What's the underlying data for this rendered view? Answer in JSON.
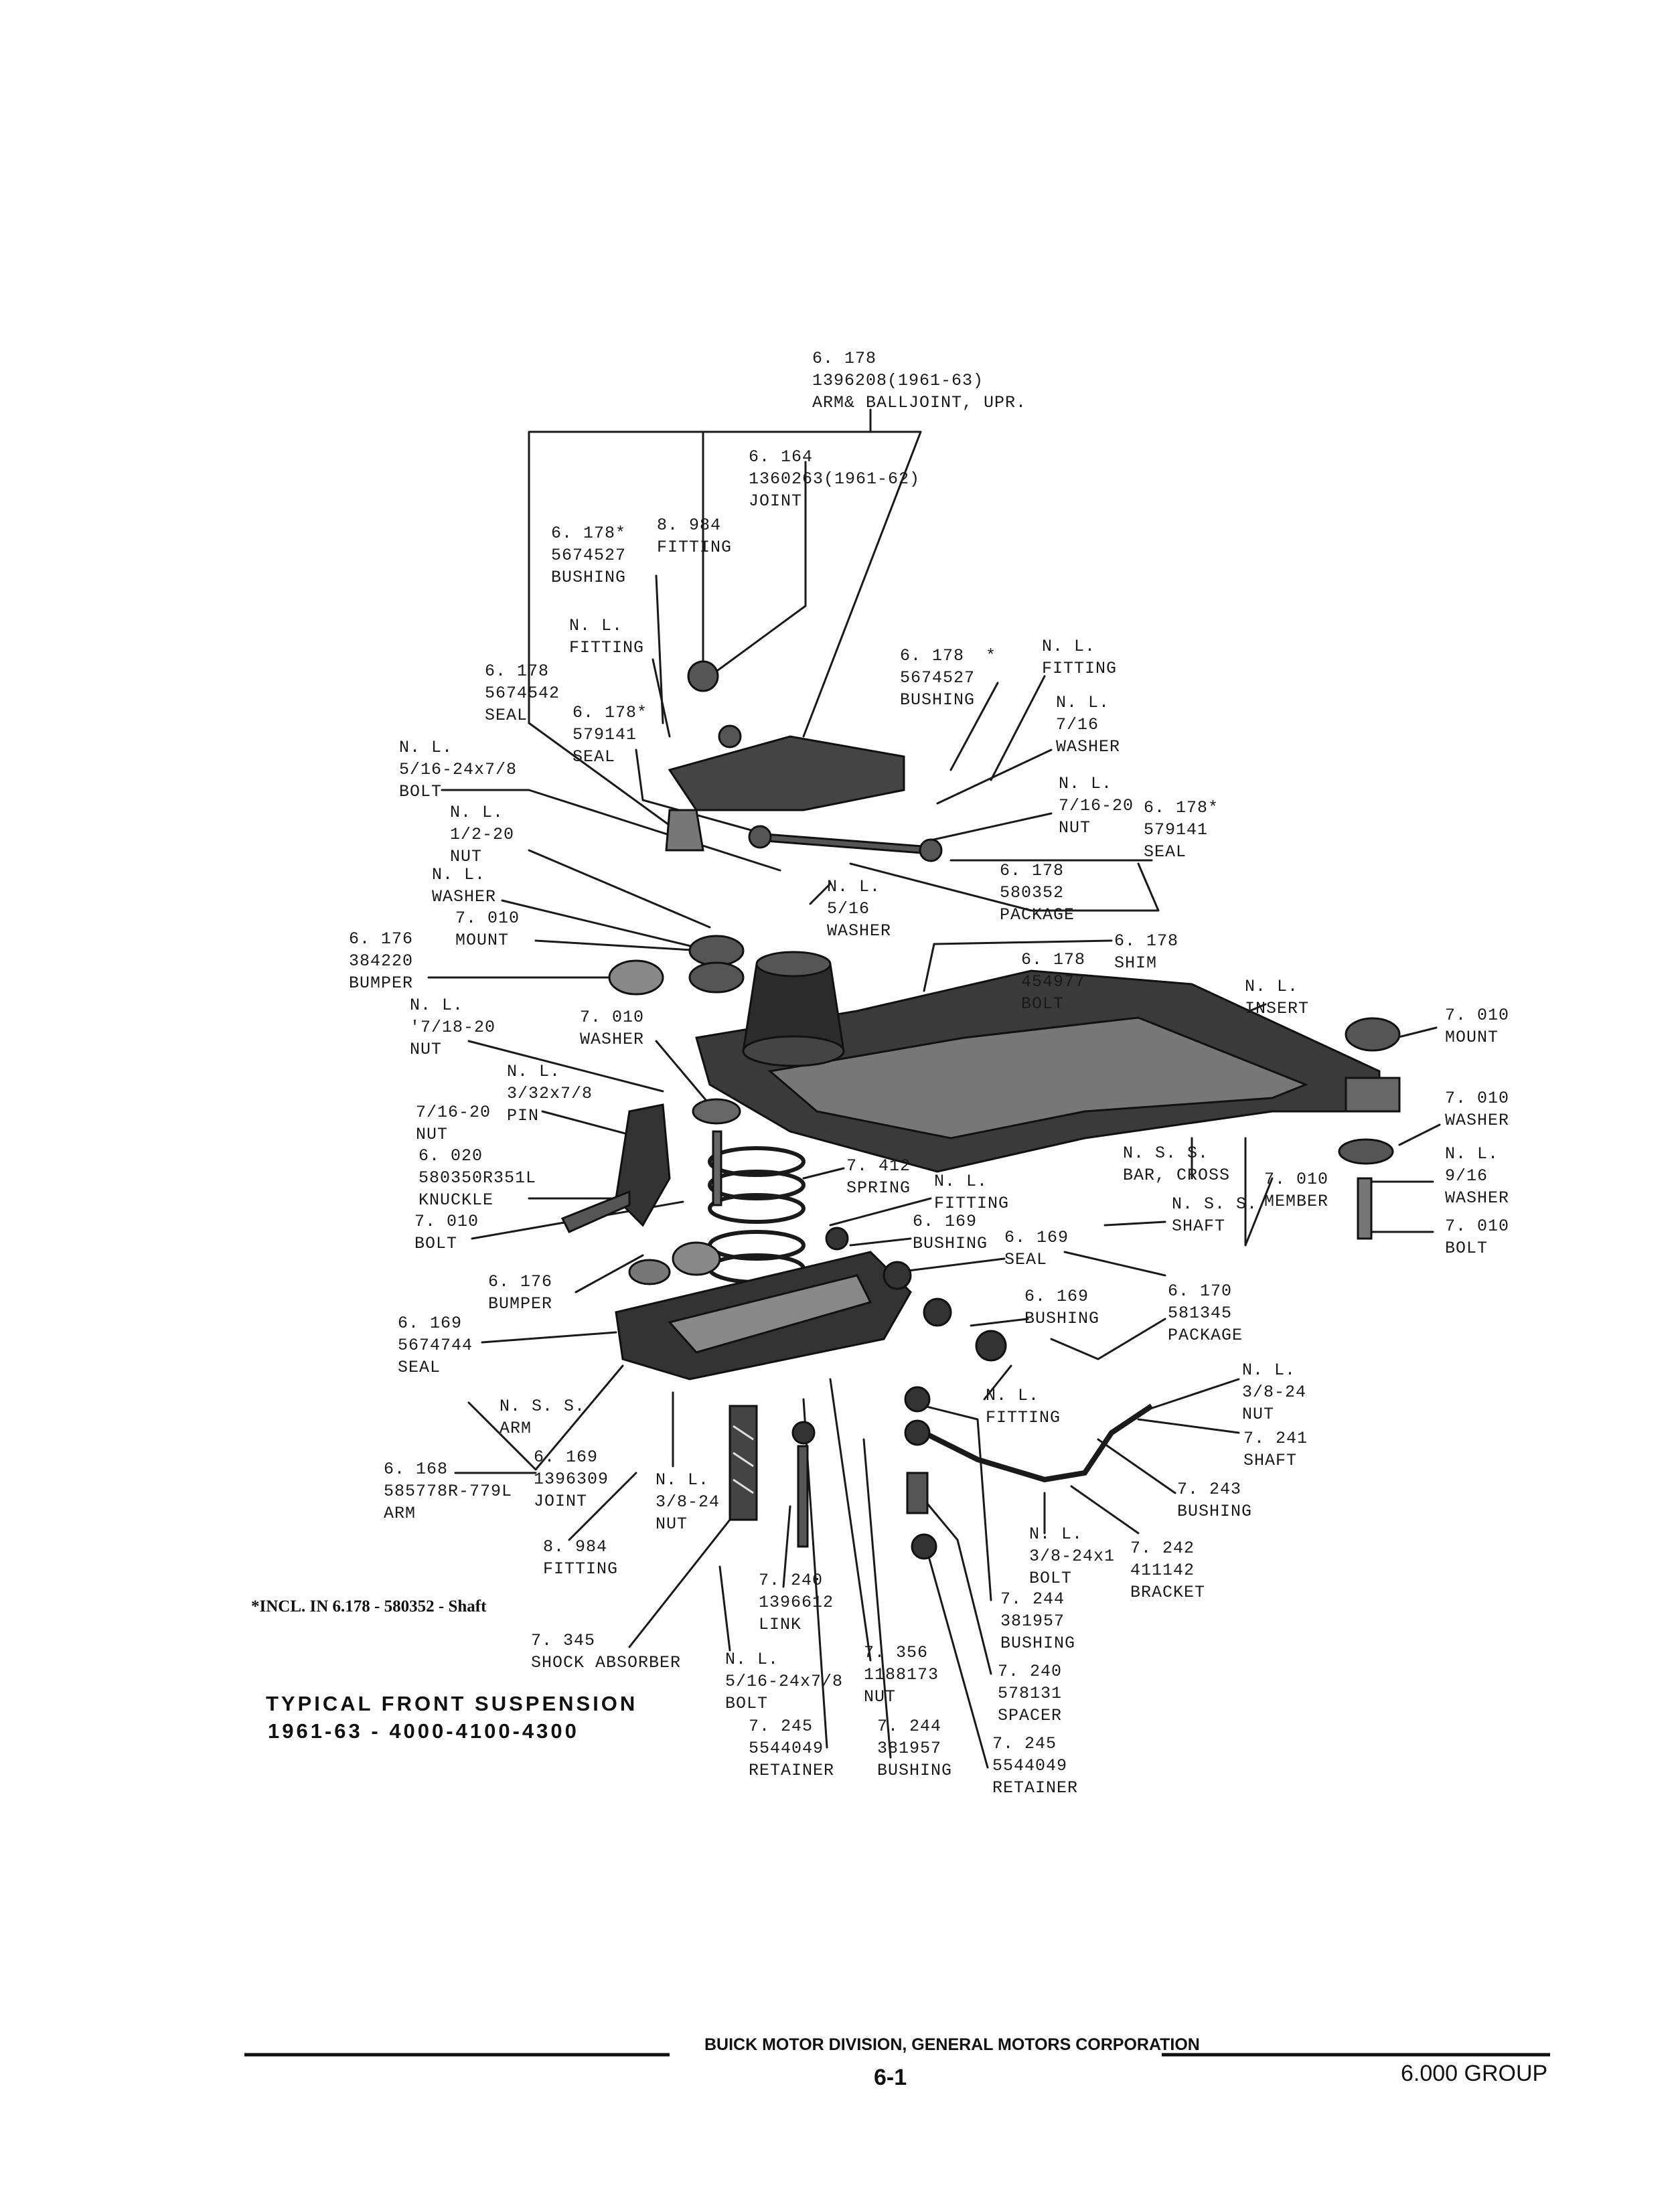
{
  "diagram": {
    "title_line1": "TYPICAL FRONT SUSPENSION",
    "title_line2": "1961-63 - 4000-4100-4300",
    "footnote": "*INCL. IN 6.178 - 580352 - Shaft",
    "callouts": [
      {
        "id": "upr_arm",
        "text": "6. 178\n1396208(1961-63)\nARM& BALLJOINT, UPR."
      },
      {
        "id": "upr_joint",
        "text": "6. 164\n1360263(1961-62)\nJOINT"
      },
      {
        "id": "upr_fitting",
        "text": "8. 984\nFITTING"
      },
      {
        "id": "upr_bushing_l",
        "text": "6. 178*\n5674527\nBUSHING"
      },
      {
        "id": "nl_fitting_upr",
        "text": "N. L.\nFITTING"
      },
      {
        "id": "upr_seal_5674542",
        "text": "6. 178\n5674542\nSEAL"
      },
      {
        "id": "upr_seal_579141_l",
        "text": "6. 178*\n579141\nSEAL"
      },
      {
        "id": "nl_bolt_516",
        "text": "N. L.\n5/16-24x7/8\nBOLT"
      },
      {
        "id": "nl_nut_12",
        "text": "N. L.\n1/2-20\nNUT"
      },
      {
        "id": "nl_washer_l",
        "text": "N. L.\nWASHER"
      },
      {
        "id": "mount_l",
        "text": "7. 010\nMOUNT"
      },
      {
        "id": "bumper_384220",
        "text": "6. 176\n384220\nBUMPER"
      },
      {
        "id": "nl_nut_716_l",
        "text": "N. L.\n'7/18-20\nNUT"
      },
      {
        "id": "washer_7010_l",
        "text": "7. 010\nWASHER"
      },
      {
        "id": "nl_pin",
        "text": "N. L.\n3/32x7/8\nPIN"
      },
      {
        "id": "nut_716_knuckle",
        "text": "7/16-20\nNUT"
      },
      {
        "id": "knuckle",
        "text": "6. 020\n580350R351L\nKNUCKLE"
      },
      {
        "id": "bolt_7010_l",
        "text": "7. 010\nBOLT"
      },
      {
        "id": "bushing_r_top",
        "text": "6. 178  *\n5674527\nBUSHING"
      },
      {
        "id": "nl_fitting_r",
        "text": "N. L.\nFITTING"
      },
      {
        "id": "nl_washer_716",
        "text": "N. L.\n7/16\nWASHER"
      },
      {
        "id": "nl_nut_716_r",
        "text": "N. L.\n7/16-20\nNUT"
      },
      {
        "id": "seal_579141_r",
        "text": "6. 178*\n579141\nSEAL"
      },
      {
        "id": "package_580352",
        "text": "6. 178\n580352\nPACKAGE"
      },
      {
        "id": "nl_washer_516",
        "text": "N. L.\n5/16\nWASHER"
      },
      {
        "id": "shim",
        "text": "6. 178\nSHIM"
      },
      {
        "id": "bolt_454977",
        "text": "6. 178\n454977\nBOLT"
      },
      {
        "id": "nl_insert",
        "text": "N. L.\nINSERT"
      },
      {
        "id": "mount_r",
        "text": "7. 010\nMOUNT"
      },
      {
        "id": "washer_7010_r",
        "text": "7. 010\nWASHER"
      },
      {
        "id": "nl_washer_916",
        "text": "N. L.\n9/16\nWASHER"
      },
      {
        "id": "bolt_7010_r",
        "text": "7. 010\nBOLT"
      },
      {
        "id": "bar_cross",
        "text": "N. S. S.\nBAR, CROSS"
      },
      {
        "id": "member",
        "text": "7. 010\nMEMBER"
      },
      {
        "id": "nss_shaft",
        "text": "N. S. S.\nSHAFT"
      },
      {
        "id": "spring",
        "text": "7. 412\nSPRING"
      },
      {
        "id": "nl_fitting_mid",
        "text": "N. L.\nFITTING"
      },
      {
        "id": "bushing_6169_a",
        "text": "6. 169\nBUSHING"
      },
      {
        "id": "seal_6169",
        "text": "6. 169\nSEAL"
      },
      {
        "id": "bushing_6169_b",
        "text": "6. 169\nBUSHING"
      },
      {
        "id": "package_581345",
        "text": "6. 170\n581345\nPACKAGE"
      },
      {
        "id": "bumper_6176",
        "text": "6. 176\nBUMPER"
      },
      {
        "id": "seal_5674744",
        "text": "6. 169\n5674744\nSEAL"
      },
      {
        "id": "nss_arm",
        "text": "N. S. S.\nARM"
      },
      {
        "id": "lwr_arm",
        "text": "6. 168\n585778R-779L\nARM"
      },
      {
        "id": "lwr_joint",
        "text": "6. 169\n1396309\nJOINT"
      },
      {
        "id": "nl_nut_38",
        "text": "N. L.\n3/8-24\nNUT"
      },
      {
        "id": "lwr_fitting",
        "text": "8. 984\nFITTING"
      },
      {
        "id": "shock",
        "text": "7. 345\nSHOCK ABSORBER"
      },
      {
        "id": "nl_bolt_lwr",
        "text": "N. L.\n5/16-24x7/8\nBOLT"
      },
      {
        "id": "link",
        "text": "7. 240\n1396612\nLINK"
      },
      {
        "id": "retainer_l",
        "text": "7. 245\n5544049\nRETAINER"
      },
      {
        "id": "nut_1188173",
        "text": "7. 356\n1188173\nNUT"
      },
      {
        "id": "bushing_381957_l",
        "text": "7. 244\n381957\nBUSHING"
      },
      {
        "id": "nl_fitting_lwr_r",
        "text": "N. L.\nFITTING"
      },
      {
        "id": "bushing_381957_r",
        "text": "7. 244\n381957\nBUSHING"
      },
      {
        "id": "spacer",
        "text": "7. 240\n578131\nSPACER"
      },
      {
        "id": "retainer_r",
        "text": "7. 245\n5544049\nRETAINER"
      },
      {
        "id": "nl_nut_38_r",
        "text": "N. L.\n3/8-24\nNUT"
      },
      {
        "id": "shaft_7241",
        "text": "7. 241\nSHAFT"
      },
      {
        "id": "bushing_7243",
        "text": "7. 243\nBUSHING"
      },
      {
        "id": "nl_bolt_38",
        "text": "N. L.\n3/8-24x1\nBOLT"
      },
      {
        "id": "bracket",
        "text": "7. 242\n411142\nBRACKET"
      }
    ]
  },
  "footer": {
    "division": "BUICK MOTOR DIVISION, GENERAL MOTORS CORPORATION",
    "page_number": "6-1",
    "group": "6.000 GROUP"
  }
}
